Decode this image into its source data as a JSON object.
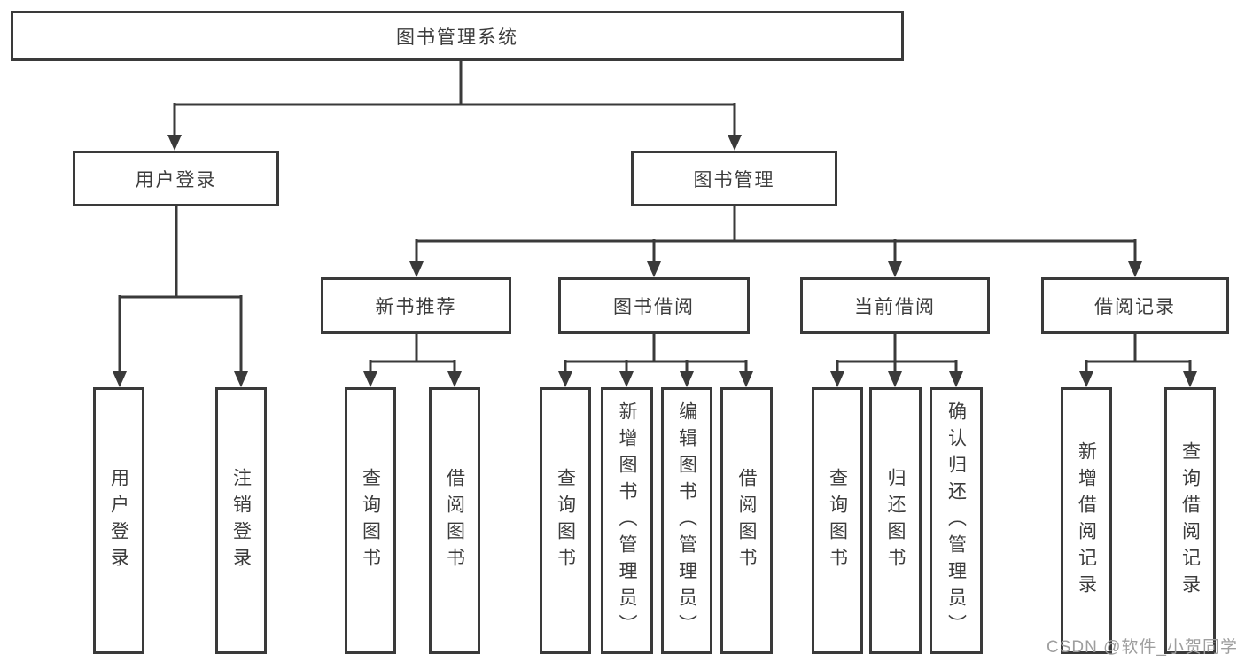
{
  "tree": {
    "root": "图书管理系统",
    "branches": [
      {
        "label": "用户登录",
        "children": [
          "用户登录",
          "注销登录"
        ]
      },
      {
        "label": "图书管理",
        "groups": [
          {
            "label": "新书推荐",
            "children": [
              "查询图书",
              "借阅图书"
            ]
          },
          {
            "label": "图书借阅",
            "children": [
              "查询图书",
              "新增图书（管理员）",
              "编辑图书（管理员）",
              "借阅图书"
            ]
          },
          {
            "label": "当前借阅",
            "children": [
              "查询图书",
              "归还图书",
              "确认归还（管理员）"
            ]
          },
          {
            "label": "借阅记录",
            "children": [
              "新增借阅记录",
              "查询借阅记录"
            ]
          }
        ]
      }
    ]
  },
  "watermark": "CSDN @软件_小贺同学",
  "colors": {
    "line": "#3a3a3a",
    "text": "#3c3c3c",
    "background": "#ffffff",
    "watermark": "#9e9e9e"
  }
}
